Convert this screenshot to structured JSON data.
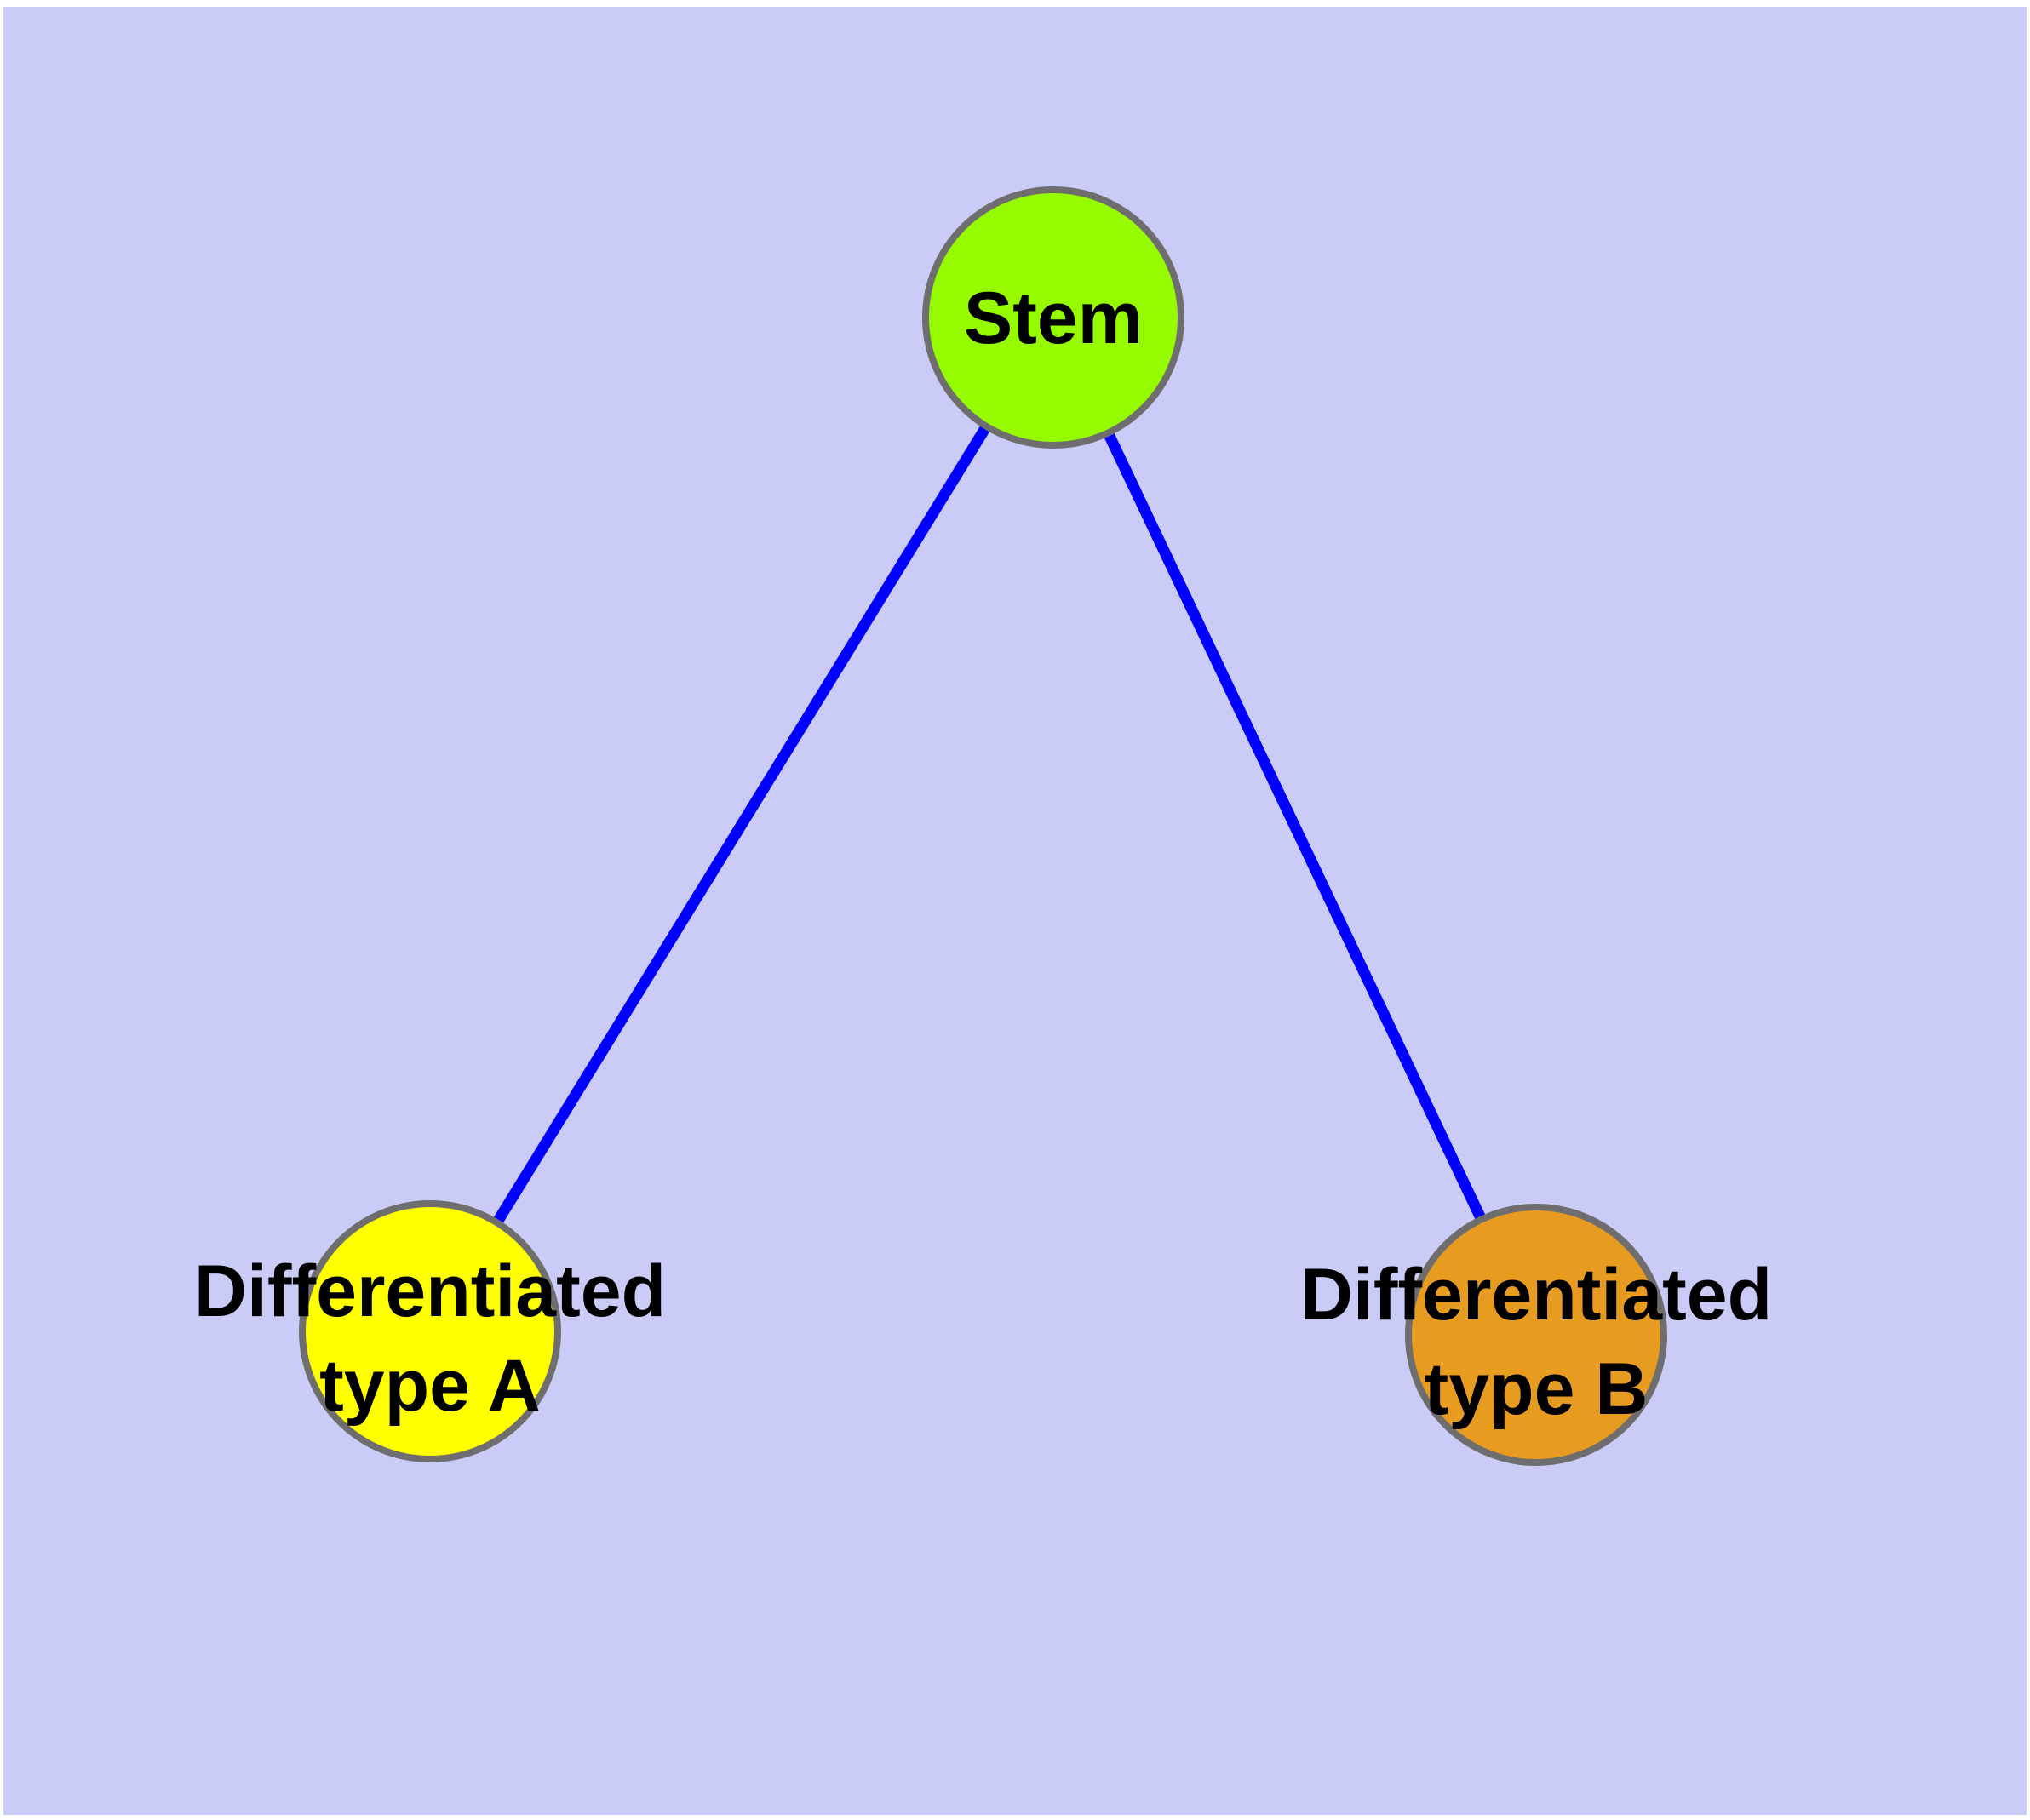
{
  "diagram": {
    "type": "node-link-graph",
    "background_color": "#CBCBF8",
    "page_border_color": "#FFFFFF",
    "edge_color": "#0000FF",
    "node_border_color": "#6E6E6E",
    "text_color": "#000000",
    "nodes": [
      {
        "id": "stem",
        "label": "Stem",
        "label_lines": [
          "Stem"
        ],
        "fill_color": "#97FB00"
      },
      {
        "id": "differentiated-type-a",
        "label": "Differentiated type A",
        "label_lines": [
          "Differentiated",
          "type A"
        ],
        "fill_color": "#FFFF00"
      },
      {
        "id": "differentiated-type-b",
        "label": "Differentiated type B",
        "label_lines": [
          "Differentiated",
          "type B"
        ],
        "fill_color": "#E79B20"
      }
    ],
    "edges": [
      {
        "from": "stem",
        "to": "differentiated-type-a"
      },
      {
        "from": "stem",
        "to": "differentiated-type-b"
      }
    ]
  }
}
